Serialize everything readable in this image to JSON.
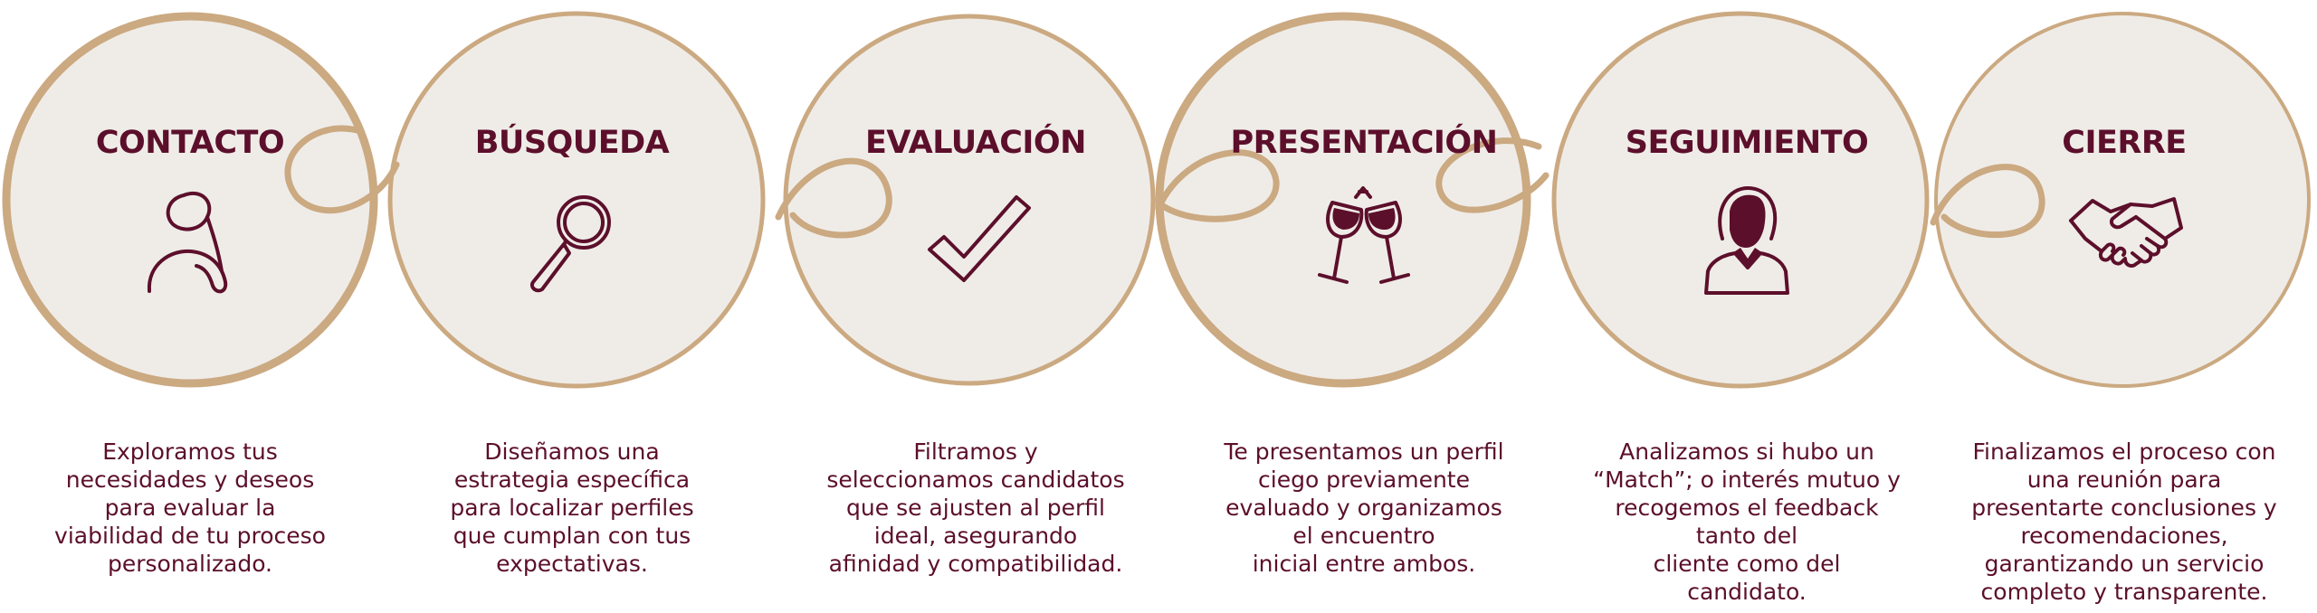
{
  "colors": {
    "circle_fill": "#efece8",
    "ring": "#cba981",
    "text": "#5c0f2b"
  },
  "steps": [
    {
      "title": "CONTACTO",
      "icon": "user-icon",
      "description": "Exploramos tus\nnecesidades y deseos\npara evaluar la\nviabilidad de tu proceso\npersonalizado."
    },
    {
      "title": "BÚSQUEDA",
      "icon": "magnifier-icon",
      "description": "Diseñamos una\nestrategia específica\npara localizar perfiles\nque cumplan con tus\nexpectativas."
    },
    {
      "title": "EVALUACIÓN",
      "icon": "checkmark-icon",
      "description": "Filtramos y\nseleccionamos candidatos\nque se ajusten al perfil\nideal, asegurando\nafinidad y compatibilidad."
    },
    {
      "title": "PRESENTACIÓN",
      "icon": "toast-glasses-icon",
      "description": "Te presentamos un perfil\nciego previamente\nevaluado y organizamos\nel encuentro\ninicial entre ambos."
    },
    {
      "title": "SEGUIMIENTO",
      "icon": "woman-icon",
      "description": "Analizamos si hubo un\n“Match”; o interés mutuo y\nrecogemos el feedback\ntanto del\ncliente como del\ncandidato."
    },
    {
      "title": "CIERRE",
      "icon": "handshake-icon",
      "description": "Finalizamos el proceso con\nuna reunión para\npresentarte conclusiones y\nrecomendaciones,\ngarantizando un servicio\ncompleto y transparente."
    }
  ]
}
